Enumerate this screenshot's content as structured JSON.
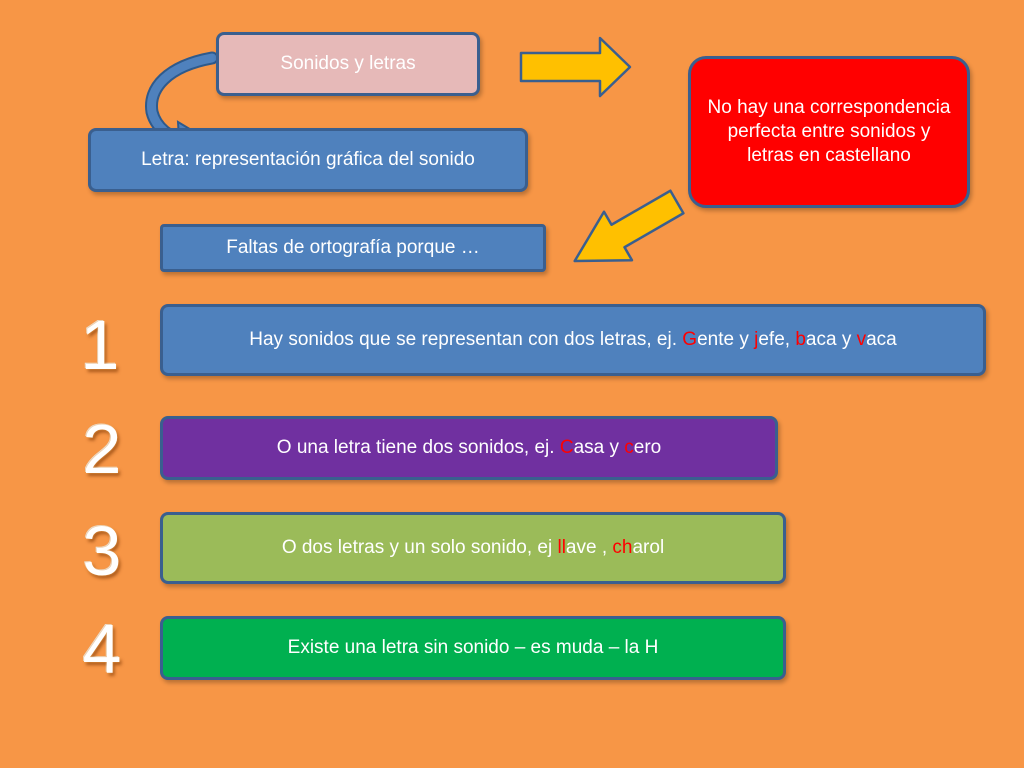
{
  "boxes": {
    "sonidos_letras": "Sonidos y letras",
    "letra_def": "Letra: representación gráfica del sonido",
    "no_correspondencia": "No hay una correspondencia perfecta entre sonidos y letras en castellano",
    "faltas": "Faltas de ortografía porque …"
  },
  "numbers": [
    "1",
    "2",
    "3",
    "4"
  ],
  "items": {
    "item1": {
      "t1": "Hay sonidos que se representan con dos letras, ej. ",
      "h1": "G",
      "t2": "ente y ",
      "h2": "j",
      "t3": "efe, ",
      "h3": "b",
      "t4": "aca y ",
      "h4": "v",
      "t5": "aca"
    },
    "item2": {
      "t1": "O una letra tiene dos sonidos, ej. ",
      "h1": "C",
      "t2": "asa y ",
      "h2": "c",
      "t3": "ero"
    },
    "item3": {
      "t1": "O dos letras y un solo sonido, ej ",
      "h1": "ll",
      "t2": "ave , ",
      "h2": "ch",
      "t3": "arol"
    },
    "item4": {
      "t1": "Existe una letra sin sonido – es muda – la H"
    }
  },
  "colors": {
    "background": "#f79646",
    "pink_box": "#e6b9b8",
    "blue_box": "#4f81bd",
    "red_box": "#ff0000",
    "purple_box": "#7030a0",
    "green_light": "#9bbb59",
    "green_dark": "#00b050",
    "arrow_yellow": "#ffc000",
    "highlight": "#ff0000"
  }
}
